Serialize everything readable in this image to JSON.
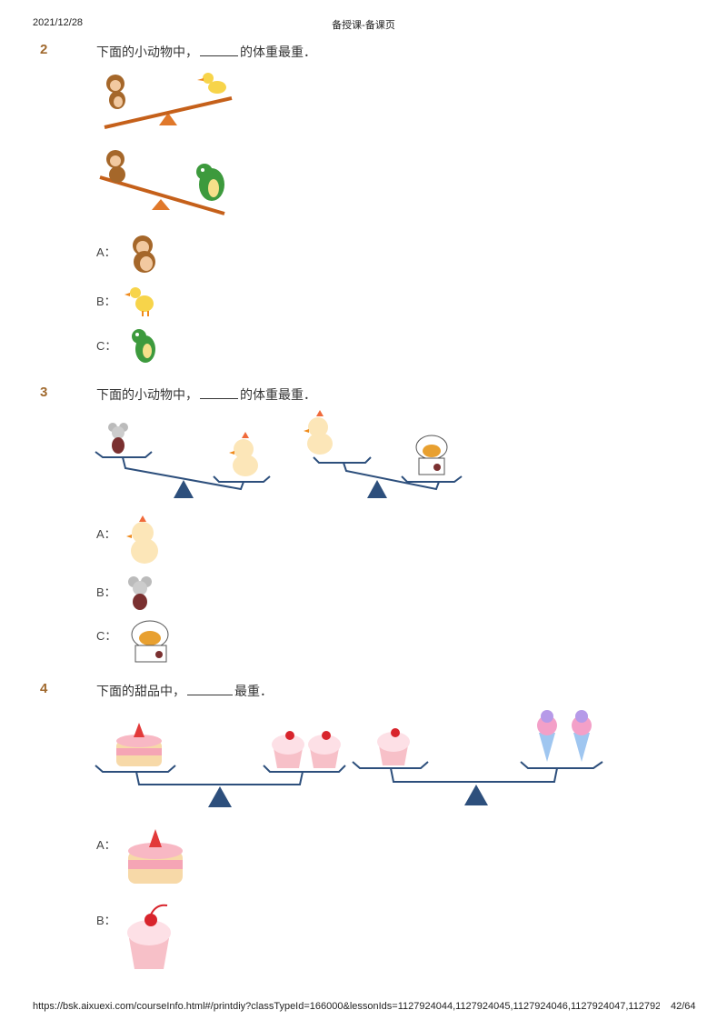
{
  "header": {
    "date": "2021/12/28",
    "title": "备授课-备课页"
  },
  "footer": {
    "url": "https://bsk.aixuexi.com/courseInfo.html#/printdiy?classTypeId=166000&lessonIds=1127924044,1127924045,1127924046,1127924047,112792…",
    "page": "42/64"
  },
  "questions": [
    {
      "num": "2",
      "text_before": "下面的小动物中，",
      "text_after": "的体重最重．",
      "options": [
        {
          "label": "A：",
          "item": "monkey"
        },
        {
          "label": "B：",
          "item": "duck"
        },
        {
          "label": "C：",
          "item": "dinosaur"
        }
      ]
    },
    {
      "num": "3",
      "text_before": "下面的小动物中，",
      "text_after": "的体重最重．",
      "options": [
        {
          "label": "A：",
          "item": "chick"
        },
        {
          "label": "B：",
          "item": "mouse"
        },
        {
          "label": "C：",
          "item": "cow"
        }
      ]
    },
    {
      "num": "4",
      "text_before": "下面的甜品中，",
      "text_after": "最重．",
      "options": [
        {
          "label": "A：",
          "item": "cake"
        },
        {
          "label": "B：",
          "item": "cupcake"
        }
      ]
    }
  ],
  "colors": {
    "number": "#a0692e",
    "seesaw_orange": "#e0782a",
    "scale_blue": "#2d4f7c"
  }
}
